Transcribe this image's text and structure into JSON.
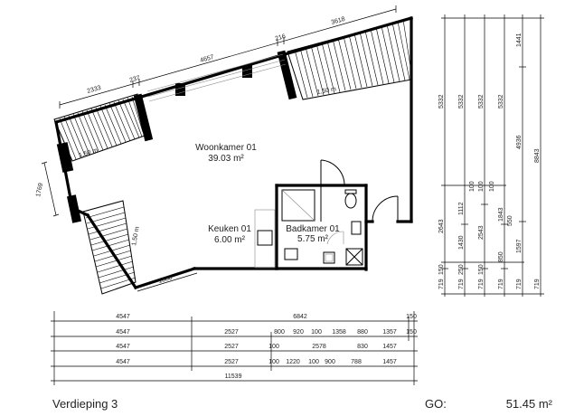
{
  "rooms": {
    "woonkamer": {
      "name": "Woonkamer 01",
      "area": "39.03 m²"
    },
    "keuken": {
      "name": "Keuken 01",
      "area": "6.00 m²"
    },
    "badkamer": {
      "name": "Badkamer 01",
      "area": "5.75 m²"
    }
  },
  "balcony_labels": {
    "right": "1,50 m",
    "left": "1,50 m",
    "bottom": "1,50 m"
  },
  "top_dims": {
    "d2333": "2333",
    "d237": "237",
    "d4657": "4657",
    "d216": "216",
    "d3618": "3618",
    "d1769": "1769",
    "d1888": "1888"
  },
  "right_dims": {
    "col1": {
      "d5332": "5332",
      "d2643": "2643",
      "d719": "719",
      "d150": "150"
    },
    "col2": {
      "d5332": "5332",
      "d1112": "1112",
      "d1430": "1430",
      "d719": "719",
      "d100": "100",
      "d250": "250"
    },
    "col3": {
      "d5332": "5332",
      "d100": "100",
      "d2543": "2543",
      "d719": "719",
      "d150": "150"
    },
    "col4": {
      "d5332": "5332",
      "d100": "100",
      "d1843": "1843",
      "d850": "850",
      "d719": "719"
    },
    "col5": {
      "d1441": "1441",
      "d4936": "4936",
      "d550": "550",
      "d1597": "1597",
      "d719": "719"
    },
    "col6": {
      "d8843": "8843",
      "d719": "719"
    }
  },
  "bottom_dims": {
    "row1": {
      "a": "4547",
      "b": "6842",
      "c": "150"
    },
    "row2": {
      "a": "4547",
      "b": "2527",
      "c": "800",
      "d": "920",
      "e": "100",
      "f": "1358",
      "g": "880",
      "h": "1357",
      "i": "150"
    },
    "row3": {
      "a": "4547",
      "b": "2527",
      "c": "100",
      "d": "2578",
      "e": "830",
      "f": "1457"
    },
    "row4": {
      "a": "4547",
      "b": "2527",
      "c": "100",
      "d": "1220",
      "e": "100",
      "f": "900",
      "g": "788",
      "h": "1457"
    },
    "row5": {
      "a": "11539"
    }
  },
  "footer": {
    "floor": "Verdieping 3",
    "go_label": "GO:",
    "go_value": "51.45 m²"
  }
}
